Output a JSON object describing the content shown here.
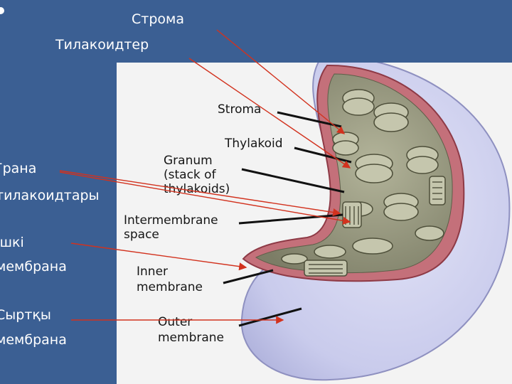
{
  "overlay_labels": {
    "stroma": "Строма",
    "thylakoids": "Тилакоидтер",
    "grana_line1": "Грана",
    "grana_line2": "тилакоидтары",
    "inner_line1": "Ішкі",
    "inner_line2": "мембрана",
    "outer_line1": "Сыртқы",
    "outer_line2": "мембрана"
  },
  "figure_labels": {
    "stroma": "Stroma",
    "thylakoid": "Thylakoid",
    "granum_line1": "Granum",
    "granum_line2": "(stack of",
    "granum_line3": "thylakoids)",
    "intermembrane_line1": "Intermembrane",
    "intermembrane_line2": "space",
    "inner_line1": "Inner",
    "inner_line2": "membrane",
    "outer_line1": "Outer",
    "outer_line2": "membrane"
  },
  "colors": {
    "slide_background": "#3b5f93",
    "overlay_text": "#ffffff",
    "annotation_arrow": "#d2321e",
    "outer_membrane": "#c9cbec",
    "intermembrane_space": "#c4707a",
    "stroma": "#9a9b82",
    "thylakoid": "#c5c6ad"
  },
  "icons": {
    "bullet": "bullet-dot-icon"
  }
}
